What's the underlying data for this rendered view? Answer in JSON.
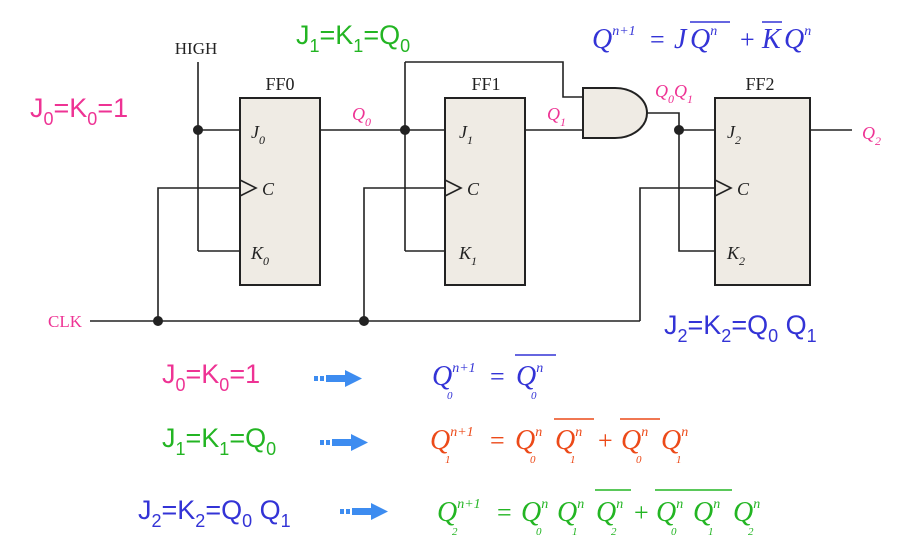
{
  "colors": {
    "pink": "#ee3394",
    "green": "#23b523",
    "blue": "#3333d6",
    "orange": "#ec4a19",
    "arrow": "#3d8cf0",
    "wire": "#222222"
  },
  "circuit": {
    "high_label": "HIGH",
    "clk_label": "CLK",
    "flipflops": [
      {
        "name": "FF0",
        "j": "J",
        "j_sub": "0",
        "c": "C",
        "k": "K",
        "k_sub": "0"
      },
      {
        "name": "FF1",
        "j": "J",
        "j_sub": "1",
        "c": "C",
        "k": "K",
        "k_sub": "1"
      },
      {
        "name": "FF2",
        "j": "J",
        "j_sub": "2",
        "c": "C",
        "k": "K",
        "k_sub": "2"
      }
    ],
    "outputs": {
      "q0": "Q",
      "q0_sub": "0",
      "q1": "Q",
      "q1_sub": "1",
      "q0q1_a": "Q",
      "q0q1_a_sub": "0",
      "q0q1_b": "Q",
      "q0q1_b_sub": "1",
      "q2": "Q",
      "q2_sub": "2"
    }
  },
  "equations": {
    "j0k0": {
      "a": "J",
      "a_sub": "0",
      "b": "=K",
      "b_sub": "0",
      "c": "=1"
    },
    "j1k1": {
      "a": "J",
      "a_sub": "1",
      "b": "=K",
      "b_sub": "1",
      "c": "=Q",
      "c_sub": "0"
    },
    "j2k2": {
      "a": "J",
      "a_sub": "2",
      "b": "=K",
      "b_sub": "2",
      "c": "=Q",
      "c_sub": "0",
      "d": " Q",
      "d_sub": "1"
    },
    "general": {
      "lhs": "Q",
      "lhs_sup": "n+1",
      "eq": "=",
      "t1": "J",
      "t1b": "Q",
      "t1b_sup": "n",
      "plus": "+",
      "t2": "K",
      "t2b": "Q",
      "t2b_sup": "n"
    },
    "q0_next": {
      "lhs": "Q",
      "lhs_sub": "0",
      "lhs_sup": "n+1",
      "eq": "=",
      "rhs": "Q",
      "rhs_sub": "0",
      "rhs_sup": "n"
    },
    "q1_next": {
      "lhs": "Q",
      "lhs_sub": "1",
      "lhs_sup": "n+1",
      "eq": "=",
      "t1a": "Q",
      "t1a_sub": "0",
      "t1a_sup": "n",
      "t1b": "Q",
      "t1b_sub": "1",
      "t1b_sup": "n",
      "plus": "+",
      "t2a": "Q",
      "t2a_sub": "0",
      "t2a_sup": "n",
      "t2b": "Q",
      "t2b_sub": "1",
      "t2b_sup": "n"
    },
    "q2_next": {
      "lhs": "Q",
      "lhs_sub": "2",
      "lhs_sup": "n+1",
      "eq": "=",
      "t1a": "Q",
      "t1a_sub": "0",
      "t1a_sup": "n",
      "t1b": "Q",
      "t1b_sub": "1",
      "t1b_sup": "n",
      "t1c": "Q",
      "t1c_sub": "2",
      "t1c_sup": "n",
      "plus": "+",
      "t2a": "Q",
      "t2a_sub": "0",
      "t2a_sup": "n",
      "t2b": "Q",
      "t2b_sub": "1",
      "t2b_sup": "n",
      "t2c": "Q",
      "t2c_sub": "2",
      "t2c_sup": "n"
    }
  }
}
